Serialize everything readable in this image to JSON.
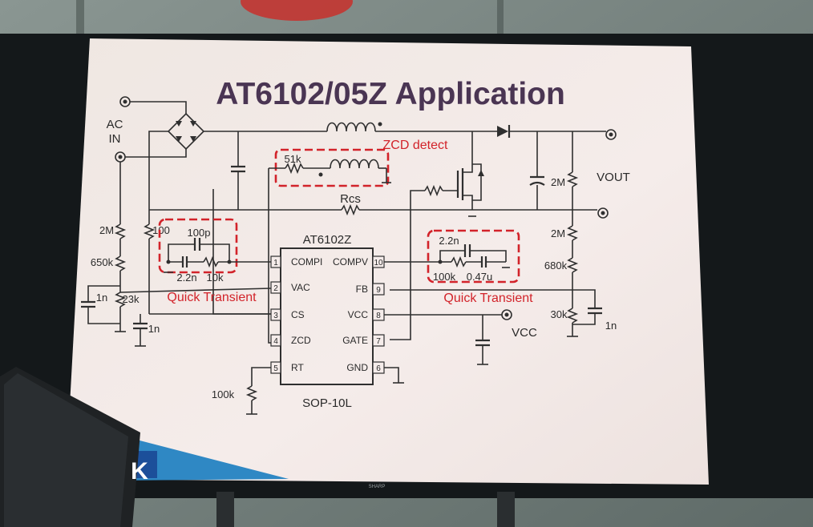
{
  "slide": {
    "title": "AT6102/05Z Application",
    "chip": {
      "name": "AT6102Z",
      "package": "SOP-10L",
      "pins_left": [
        {
          "num": "1",
          "name": "COMPI"
        },
        {
          "num": "2",
          "name": "VAC"
        },
        {
          "num": "3",
          "name": "CS"
        },
        {
          "num": "4",
          "name": "ZCD"
        },
        {
          "num": "5",
          "name": "RT"
        }
      ],
      "pins_right": [
        {
          "num": "10",
          "name": "COMPV"
        },
        {
          "num": "9",
          "name": "FB"
        },
        {
          "num": "8",
          "name": "VCC"
        },
        {
          "num": "7",
          "name": "GATE"
        },
        {
          "num": "6",
          "name": "GND"
        }
      ]
    },
    "labels": {
      "ac": "AC",
      "in": "IN",
      "vout": "VOUT",
      "vcc": "VCC",
      "rcs": "Rcs",
      "zcd_detect": "ZCD detect",
      "quick_transient_left": "Quick Transient",
      "quick_transient_right": "Quick Transient"
    },
    "components": {
      "r_51k": "51k",
      "r_2m_left": "2M",
      "r_650k": "650k",
      "r_100": "100",
      "c_100p": "100p",
      "c_2_2n_left": "2.2n",
      "r_10k": "10k",
      "c_1n_left": "1n",
      "r_23k": "23k",
      "c_1n_mid": "1n",
      "r_100k_rt": "100k",
      "c_2_2n_right": "2.2n",
      "r_100k_right": "100k",
      "c_0_47u": "0.47u",
      "c_2m": "2M",
      "r_2m_right": "2M",
      "r_680k": "680k",
      "r_30k": "30k",
      "c_1n_right": "1n"
    },
    "footer_logo_text": "K",
    "monitor_brand": "SHARP"
  }
}
